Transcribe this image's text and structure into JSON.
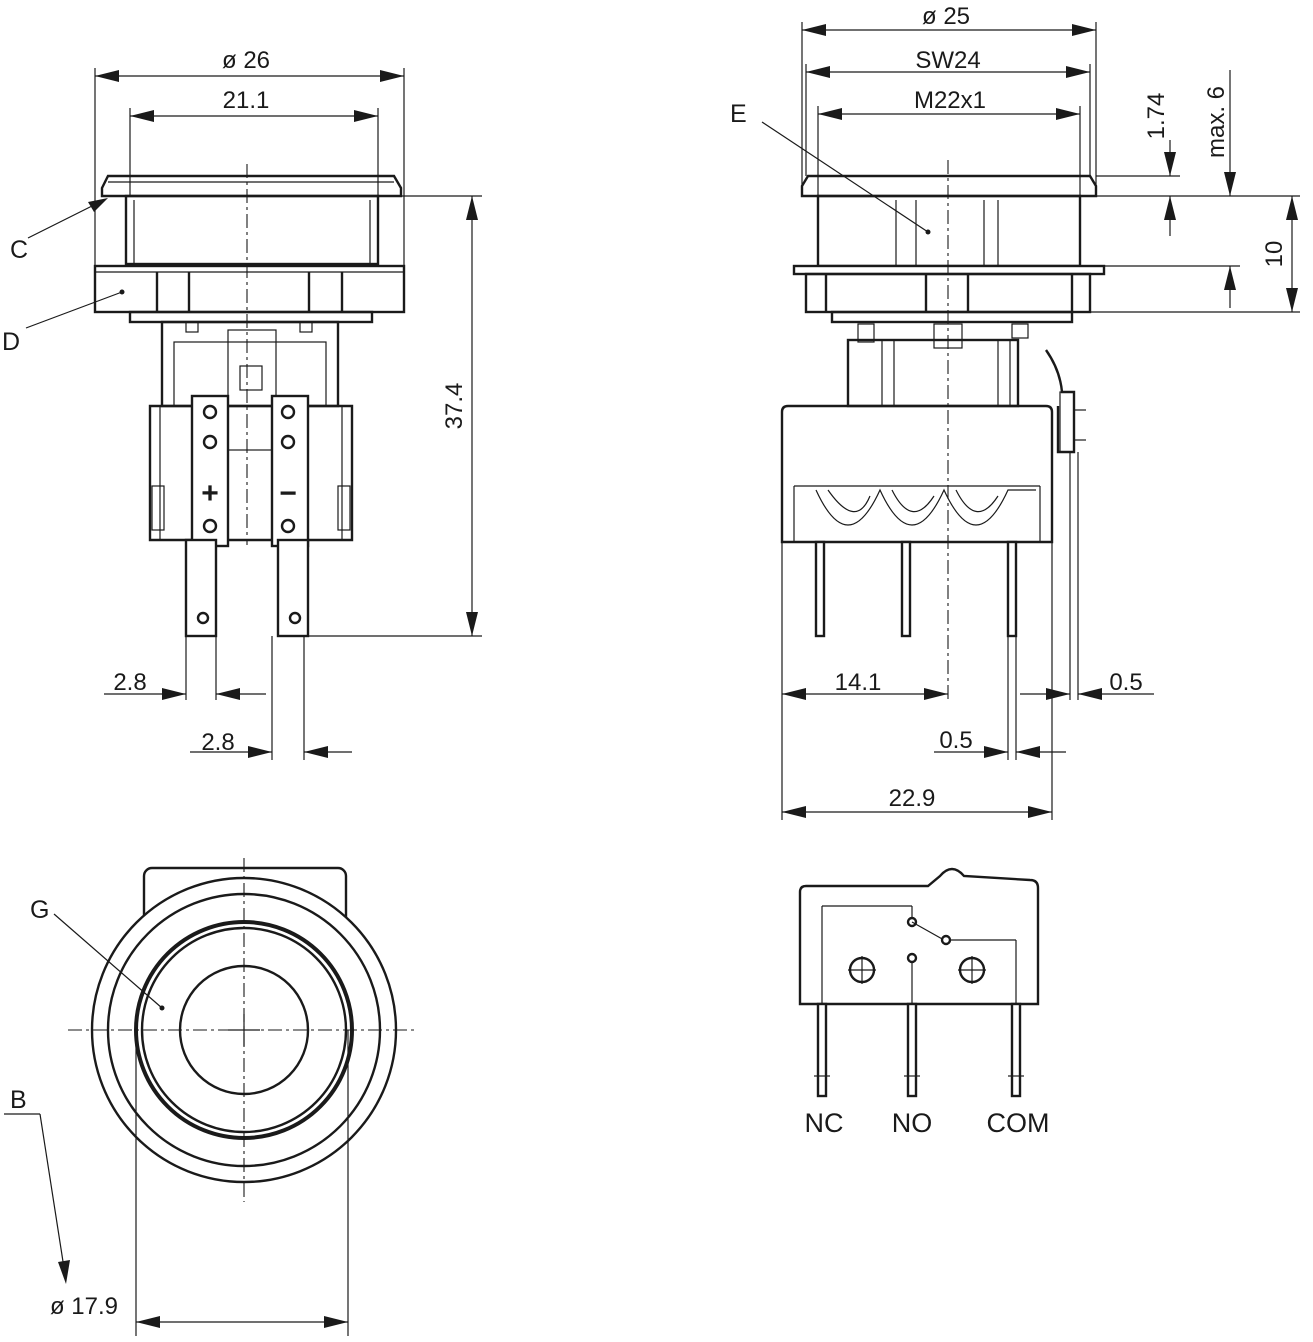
{
  "drawing": {
    "front_view": {
      "dim_diameter_top": "ø 26",
      "dim_width_inner": "21.1",
      "dim_height_total": "37.4",
      "dim_terminal_width": "2.8",
      "dim_terminal_pitch": "2.8",
      "label_c": "C",
      "label_d": "D",
      "polarity_plus": "+",
      "polarity_minus": "−"
    },
    "side_view": {
      "dim_diameter": "ø 25",
      "dim_wrench": "SW24",
      "dim_thread": "M22x1",
      "dim_flange": "1.74",
      "dim_max": "max. 6",
      "dim_ten": "10",
      "dim_offset": "14.1",
      "dim_pin_right": "0.5",
      "dim_pin_left": "0.5",
      "dim_depth": "22.9",
      "label_e": "E"
    },
    "top_view": {
      "label_g": "G",
      "label_b": "B",
      "dim_cutout": "ø 17.9"
    },
    "schematic": {
      "pin_nc": "NC",
      "pin_no": "NO",
      "pin_com": "COM"
    }
  }
}
